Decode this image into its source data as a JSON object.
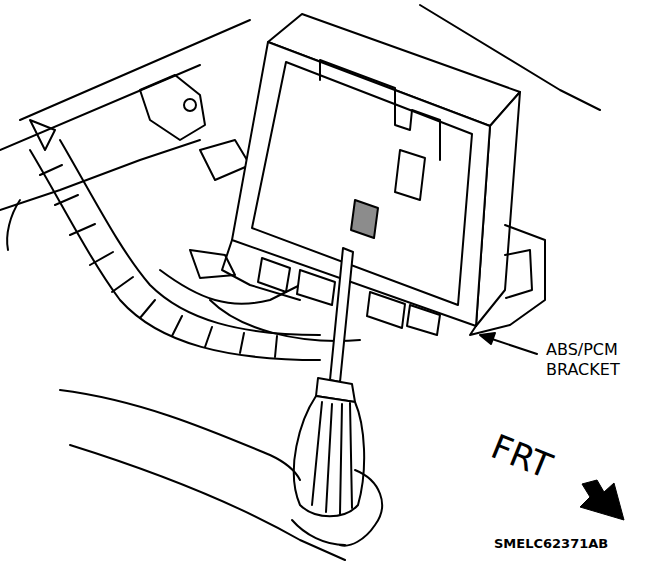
{
  "diagram": {
    "labels": [
      "ABS/PCM BRACKET",
      "FRT",
      "SMELC62371AB"
    ]
  }
}
